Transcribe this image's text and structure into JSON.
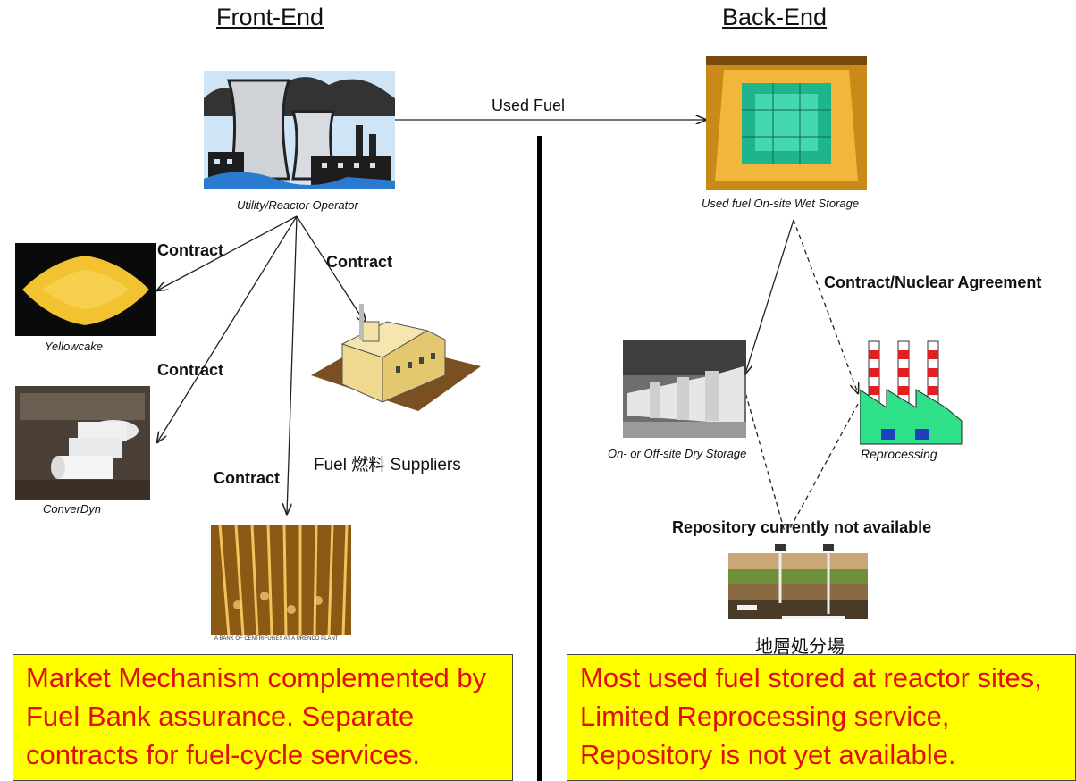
{
  "headings": {
    "front_end": "Front-End",
    "back_end": "Back-End"
  },
  "nodes": {
    "utility": "Utility/Reactor Operator",
    "yellowcake": "Yellowcake",
    "converdyn": "ConverDyn",
    "fuel_suppliers": "Fuel 燃料 Suppliers",
    "centrifuge_caption": "A BANK OF CENTRIFUGES AT A URENCO PLANT",
    "wet_storage": "Used fuel On-site Wet Storage",
    "dry_storage": "On- or Off-site Dry Storage",
    "reprocessing": "Reprocessing",
    "repository_status": "Repository currently not available",
    "repository_jp": "地層処分場"
  },
  "edges": {
    "used_fuel": "Used Fuel",
    "contract_1": "Contract",
    "contract_2": "Contract",
    "contract_3": "Contract",
    "contract_4": "Contract",
    "nuclear_agreement": "Contract/Nuclear Agreement"
  },
  "boxes": {
    "left": [
      "Market Mechanism complemented by",
      "Fuel Bank assurance. Separate",
      "contracts for fuel-cycle services."
    ],
    "right": [
      "Most used fuel stored at reactor sites,",
      "Limited Reprocessing service,",
      "Repository is not yet available."
    ]
  },
  "colors": {
    "box_bg": "#ffff00",
    "box_text": "#e01010"
  }
}
